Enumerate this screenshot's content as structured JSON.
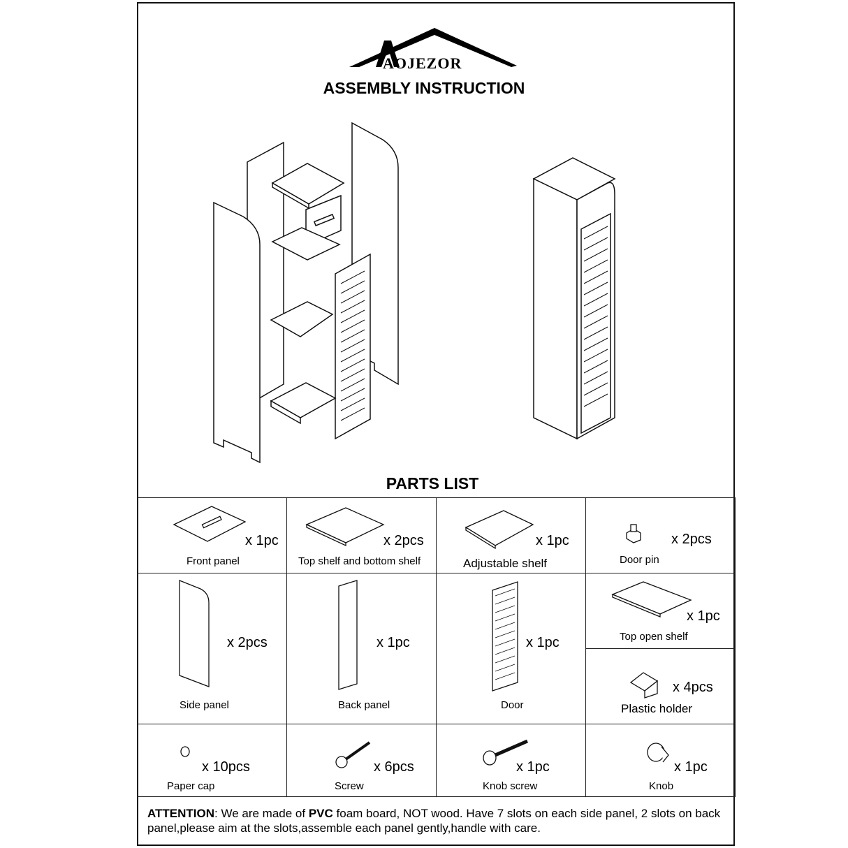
{
  "header": {
    "brand": "AOJEZOR",
    "title": "ASSEMBLY INSTRUCTION"
  },
  "parts_list": {
    "title": "PARTS LIST",
    "items": [
      {
        "name": "Front panel",
        "qty": "x 1pc",
        "icon": "front-panel-icon"
      },
      {
        "name": "Top shelf and bottom shelf",
        "qty": "x 2pcs",
        "icon": "top-bottom-shelf-icon"
      },
      {
        "name": "Adjustable shelf",
        "qty": "x 1pc",
        "icon": "adjustable-shelf-icon"
      },
      {
        "name": "Door pin",
        "qty": "x 2pcs",
        "icon": "door-pin-icon"
      },
      {
        "name": "Side panel",
        "qty": "x 2pcs",
        "icon": "side-panel-icon"
      },
      {
        "name": "Back panel",
        "qty": "x 1pc",
        "icon": "back-panel-icon"
      },
      {
        "name": "Door",
        "qty": "x 1pc",
        "icon": "door-icon"
      },
      {
        "name": "Top open shelf",
        "qty": "x 1pc",
        "icon": "top-open-shelf-icon"
      },
      {
        "name": "Plastic holder",
        "qty": "x 4pcs",
        "icon": "plastic-holder-icon"
      },
      {
        "name": "Paper cap",
        "qty": "x 10pcs",
        "icon": "paper-cap-icon"
      },
      {
        "name": "Screw",
        "qty": "x 6pcs",
        "icon": "screw-icon"
      },
      {
        "name": "Knob screw",
        "qty": "x 1pc",
        "icon": "knob-screw-icon"
      },
      {
        "name": "Knob",
        "qty": "x 1pc",
        "icon": "knob-icon"
      }
    ]
  },
  "attention": {
    "label": "ATTENTION",
    "text1": ": We are made of ",
    "material": "PVC",
    "text2": " foam board, NOT wood. Have 7 slots on each side panel, 2 slots on back panel,please aim at the slots,assemble each panel gently,handle with care."
  }
}
